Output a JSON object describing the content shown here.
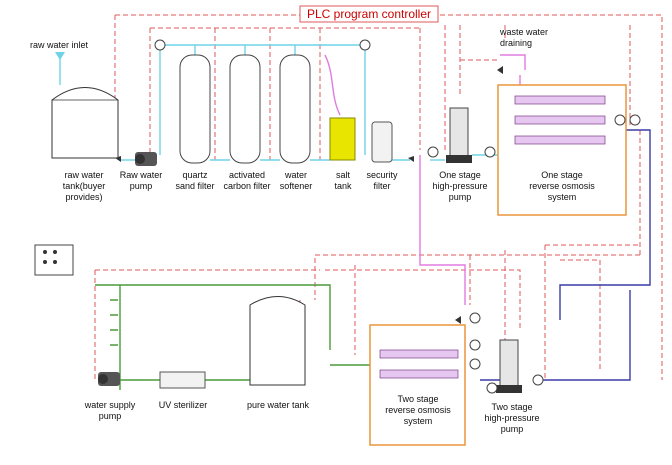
{
  "colors": {
    "control": "#e05a5a",
    "raw_water_line": "#6fd3e8",
    "pink_line": "#e27be0",
    "pure_water_line": "#4a9a3a",
    "concentrate_line": "#3c3ca8",
    "membrane_box": "#e8953a",
    "salt_tank": "#e8e600",
    "label": "#111111"
  },
  "header": {
    "controller_label": "PLC program controller"
  },
  "labels": {
    "raw_water_inlet": "raw water inlet",
    "waste_water": [
      "waste water",
      "draining"
    ],
    "raw_water_tank": [
      "raw water",
      "tank(buyer",
      "provides)"
    ],
    "raw_water_pump": [
      "Raw water",
      "pump"
    ],
    "quartz_filter": [
      "quartz",
      "sand filter"
    ],
    "carbon_filter": [
      "activated",
      "carbon filter"
    ],
    "water_softener": [
      "water",
      "softener"
    ],
    "salt_tank": [
      "salt",
      "tank"
    ],
    "security_filter": [
      "security",
      "filter"
    ],
    "stage1_pump": [
      "One stage",
      "high-pressure",
      "pump"
    ],
    "stage1_ro": [
      "One stage",
      "reverse osmosis",
      "system"
    ],
    "supply_pump": [
      "water supply",
      "pump"
    ],
    "uv_sterilizer": "UV sterilizer",
    "pure_tank": "pure water tank",
    "stage2_ro": [
      "Two stage",
      "reverse osmosis",
      "system"
    ],
    "stage2_pump": [
      "Two stage",
      "high-pressure",
      "pump"
    ]
  },
  "icons": {
    "pressure_gauge": "pressure-gauge-icon",
    "valve": "valve-icon",
    "flow_meter": "flow-meter-icon",
    "control_panel": "control-panel-icon",
    "pump": "centrifugal-pump-icon"
  }
}
